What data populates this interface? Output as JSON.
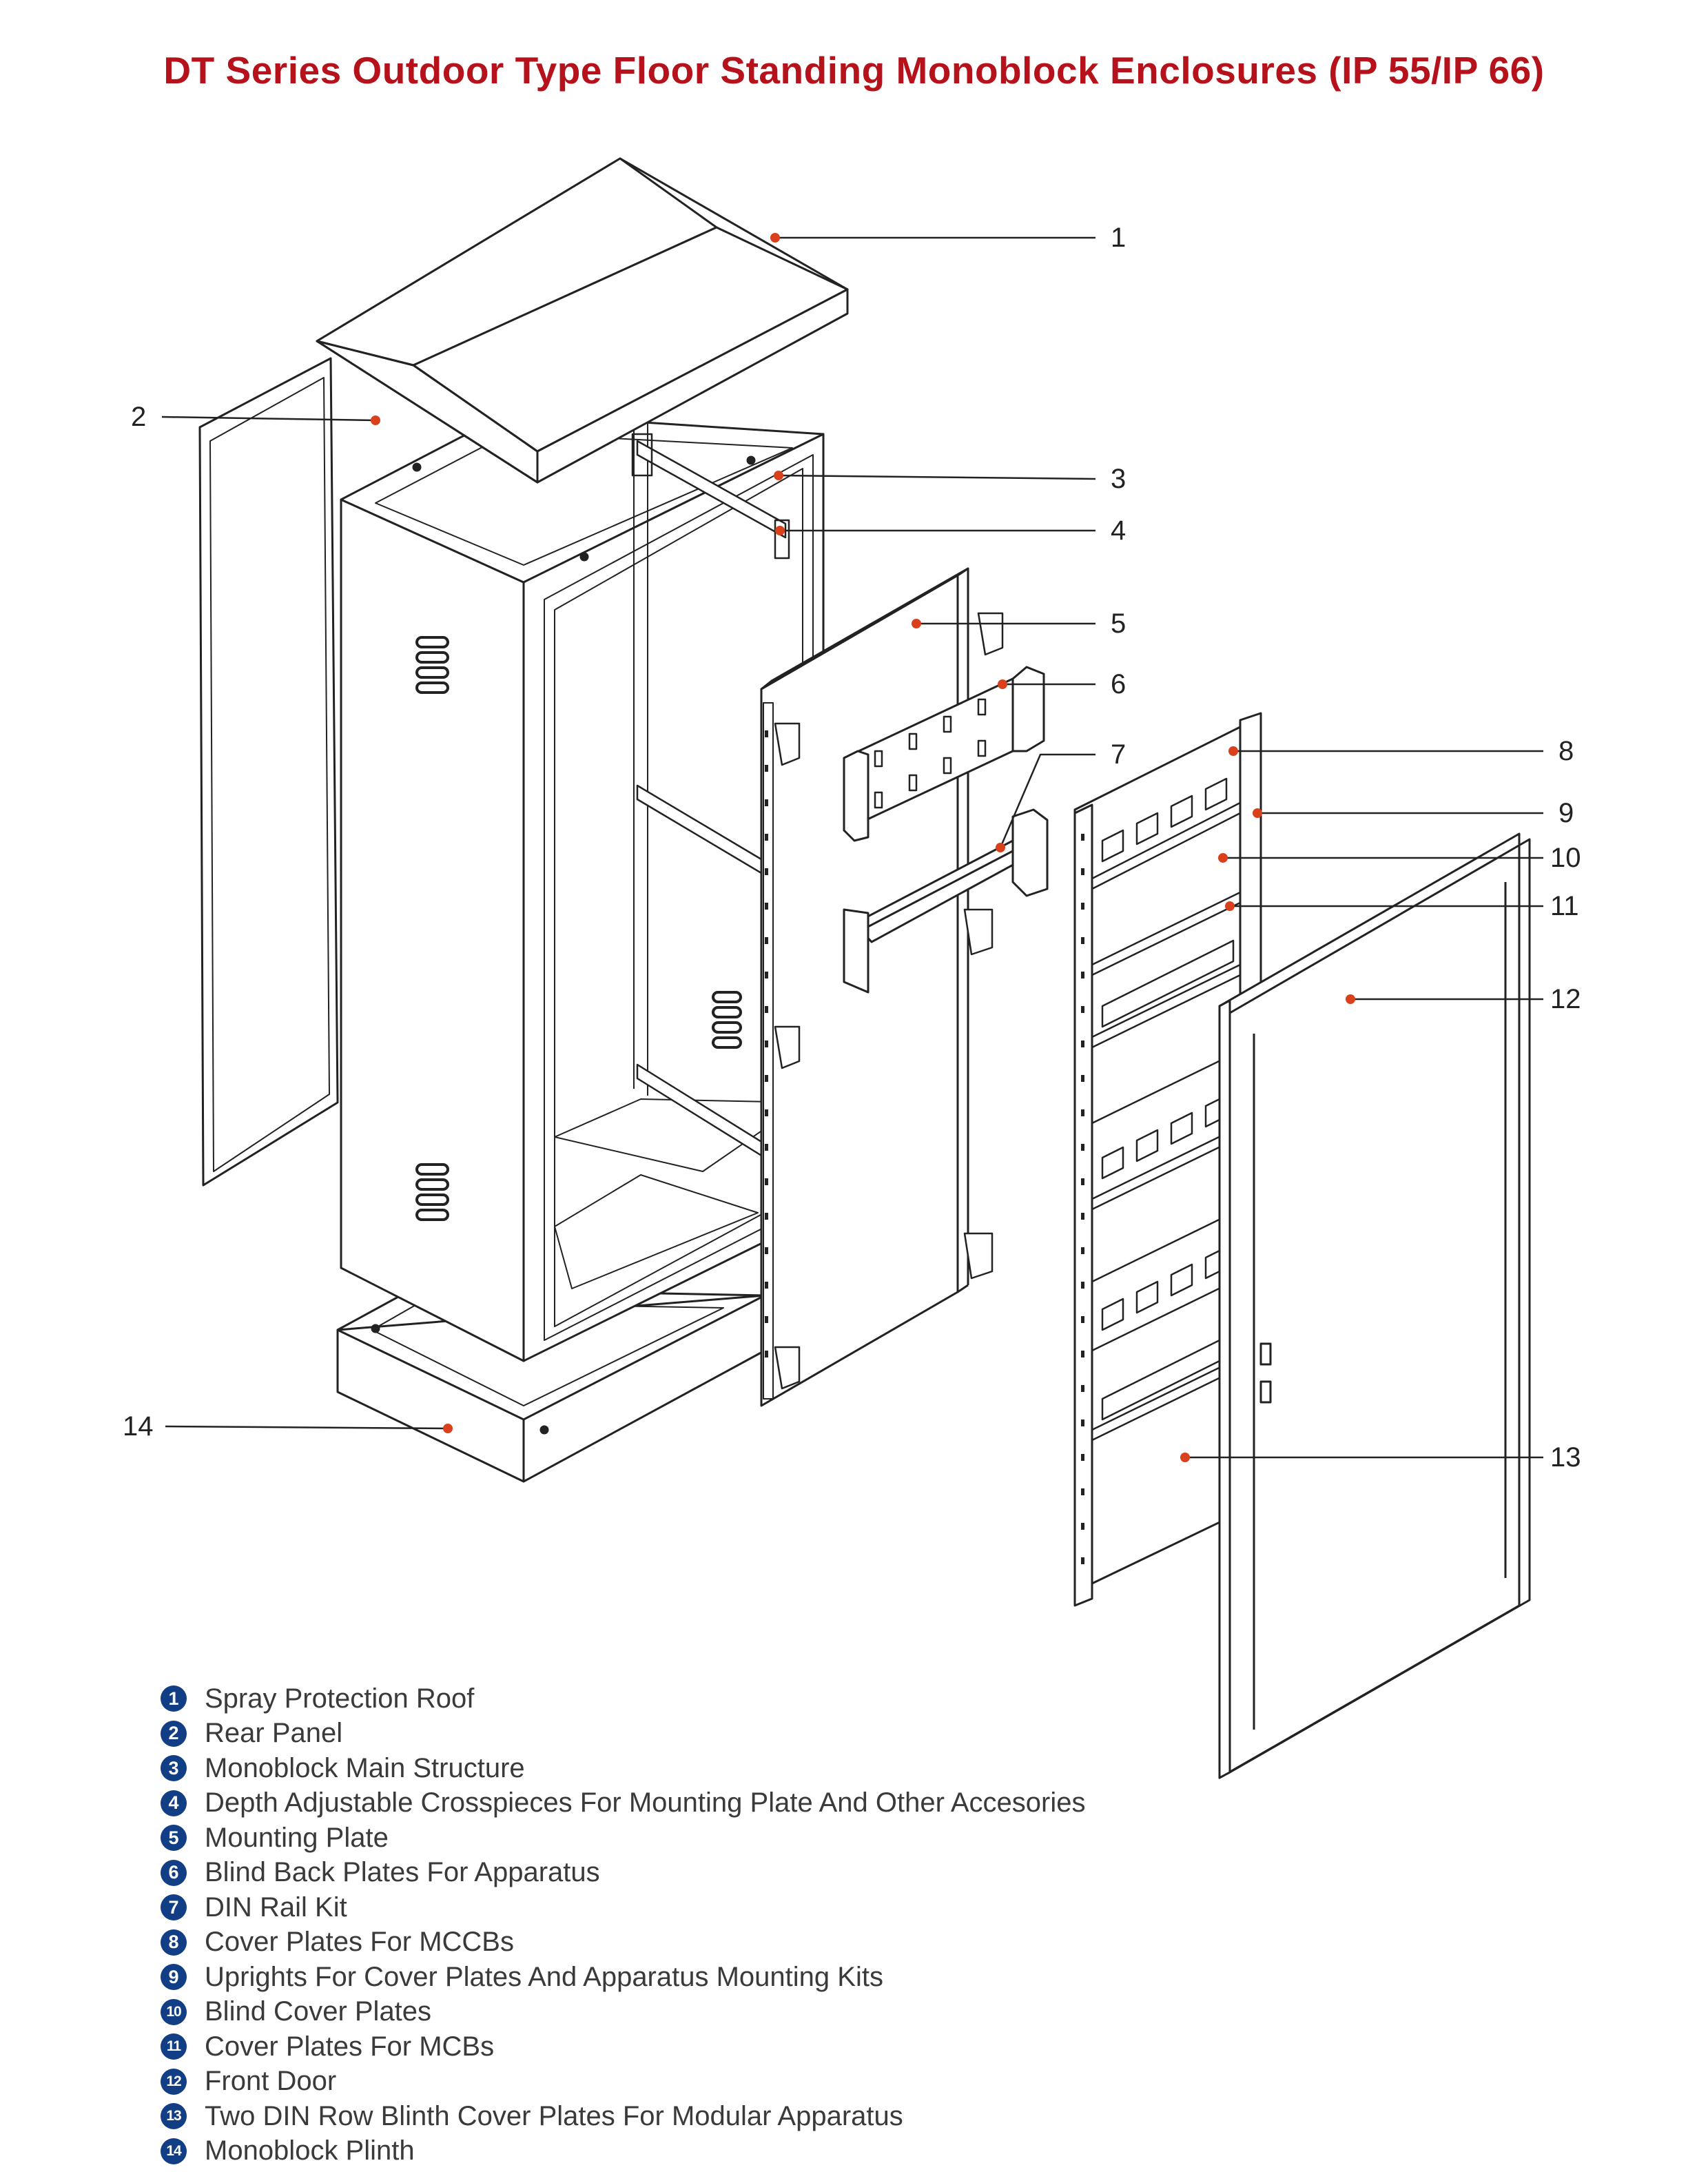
{
  "title": "DT Series Outdoor Type Floor Standing Monoblock Enclosures (IP 55/IP 66)",
  "colors": {
    "title": "#b5121b",
    "callout_dot": "#d9401c",
    "badge": "#123e86",
    "line": "#222222"
  },
  "callouts": [
    "1",
    "2",
    "3",
    "4",
    "5",
    "6",
    "7",
    "8",
    "9",
    "10",
    "11",
    "12",
    "13",
    "14"
  ],
  "legend": [
    {
      "num": "1",
      "text": "Spray Protection Roof"
    },
    {
      "num": "2",
      "text": "Rear Panel"
    },
    {
      "num": "3",
      "text": "Monoblock Main Structure"
    },
    {
      "num": "4",
      "text": "Depth Adjustable Crosspieces For Mounting Plate And Other Accesories"
    },
    {
      "num": "5",
      "text": "Mounting Plate"
    },
    {
      "num": "6",
      "text": "Blind Back Plates For Apparatus"
    },
    {
      "num": "7",
      "text": "DIN Rail Kit"
    },
    {
      "num": "8",
      "text": "Cover Plates For MCCBs"
    },
    {
      "num": "9",
      "text": "Uprights For Cover Plates And Apparatus Mounting Kits"
    },
    {
      "num": "10",
      "text": "Blind Cover Plates"
    },
    {
      "num": "11",
      "text": "Cover Plates For MCBs"
    },
    {
      "num": "12",
      "text": "Front Door"
    },
    {
      "num": "13",
      "text": "Two DIN Row Blinth Cover Plates For Modular Apparatus"
    },
    {
      "num": "14",
      "text": "Monoblock Plinth"
    }
  ]
}
